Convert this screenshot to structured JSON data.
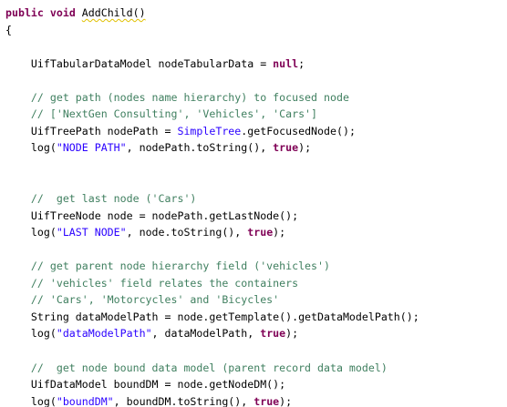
{
  "editor": {
    "lines": [
      [
        {
          "t": "public",
          "c": "kw"
        },
        {
          "t": " ",
          "c": "pl"
        },
        {
          "t": "void",
          "c": "kw"
        },
        {
          "t": " ",
          "c": "pl"
        },
        {
          "t": "AddChild()",
          "c": "sq"
        }
      ],
      [
        {
          "t": "{",
          "c": "pl"
        }
      ],
      [],
      [
        {
          "t": "    UifTabularDataModel nodeTabularData = ",
          "c": "pl"
        },
        {
          "t": "null",
          "c": "kw"
        },
        {
          "t": ";",
          "c": "pl"
        }
      ],
      [],
      [
        {
          "t": "    // get path (nodes name hierarchy) to focused node",
          "c": "cm"
        }
      ],
      [
        {
          "t": "    // ['NextGen Consulting', 'Vehicles', 'Cars']",
          "c": "cm"
        }
      ],
      [
        {
          "t": "    UifTreePath nodePath = ",
          "c": "pl"
        },
        {
          "t": "SimpleTree",
          "c": "st"
        },
        {
          "t": ".getFocusedNode();",
          "c": "pl"
        }
      ],
      [
        {
          "t": "    log(",
          "c": "pl"
        },
        {
          "t": "\"NODE PATH\"",
          "c": "st"
        },
        {
          "t": ", nodePath.toString(), ",
          "c": "pl"
        },
        {
          "t": "true",
          "c": "kw"
        },
        {
          "t": ");",
          "c": "pl"
        }
      ],
      [],
      [],
      [
        {
          "t": "    //  get last node ('Cars')",
          "c": "cm"
        }
      ],
      [
        {
          "t": "    UifTreeNode node = nodePath.getLastNode();",
          "c": "pl"
        }
      ],
      [
        {
          "t": "    log(",
          "c": "pl"
        },
        {
          "t": "\"LAST NODE\"",
          "c": "st"
        },
        {
          "t": ", node.toString(), ",
          "c": "pl"
        },
        {
          "t": "true",
          "c": "kw"
        },
        {
          "t": ");",
          "c": "pl"
        }
      ],
      [],
      [
        {
          "t": "    // get parent node hierarchy field ('vehicles')",
          "c": "cm"
        }
      ],
      [
        {
          "t": "    // 'vehicles' field relates the containers",
          "c": "cm"
        }
      ],
      [
        {
          "t": "    // 'Cars', 'Motorcycles' and 'Bicycles'",
          "c": "cm"
        }
      ],
      [
        {
          "t": "    String dataModelPath = node.getTemplate().getDataModelPath();",
          "c": "pl"
        }
      ],
      [
        {
          "t": "    log(",
          "c": "pl"
        },
        {
          "t": "\"dataModelPath\"",
          "c": "st"
        },
        {
          "t": ", dataModelPath, ",
          "c": "pl"
        },
        {
          "t": "true",
          "c": "kw"
        },
        {
          "t": ");",
          "c": "pl"
        }
      ],
      [],
      [
        {
          "t": "    //  get node bound data model (parent record data model)",
          "c": "cm"
        }
      ],
      [
        {
          "t": "    UifDataModel boundDM = node.getNodeDM();",
          "c": "pl"
        }
      ],
      [
        {
          "t": "    log(",
          "c": "pl"
        },
        {
          "t": "\"boundDM\"",
          "c": "st"
        },
        {
          "t": ", boundDM.toString(), ",
          "c": "pl"
        },
        {
          "t": "true",
          "c": "kw"
        },
        {
          "t": ");",
          "c": "pl"
        }
      ]
    ],
    "colors": {
      "keyword": "#7f0055",
      "comment": "#3f7f5f",
      "string": "#2a00ff",
      "plain": "#000000",
      "warning_underline": "#e0c000",
      "background": "#ffffff"
    }
  }
}
